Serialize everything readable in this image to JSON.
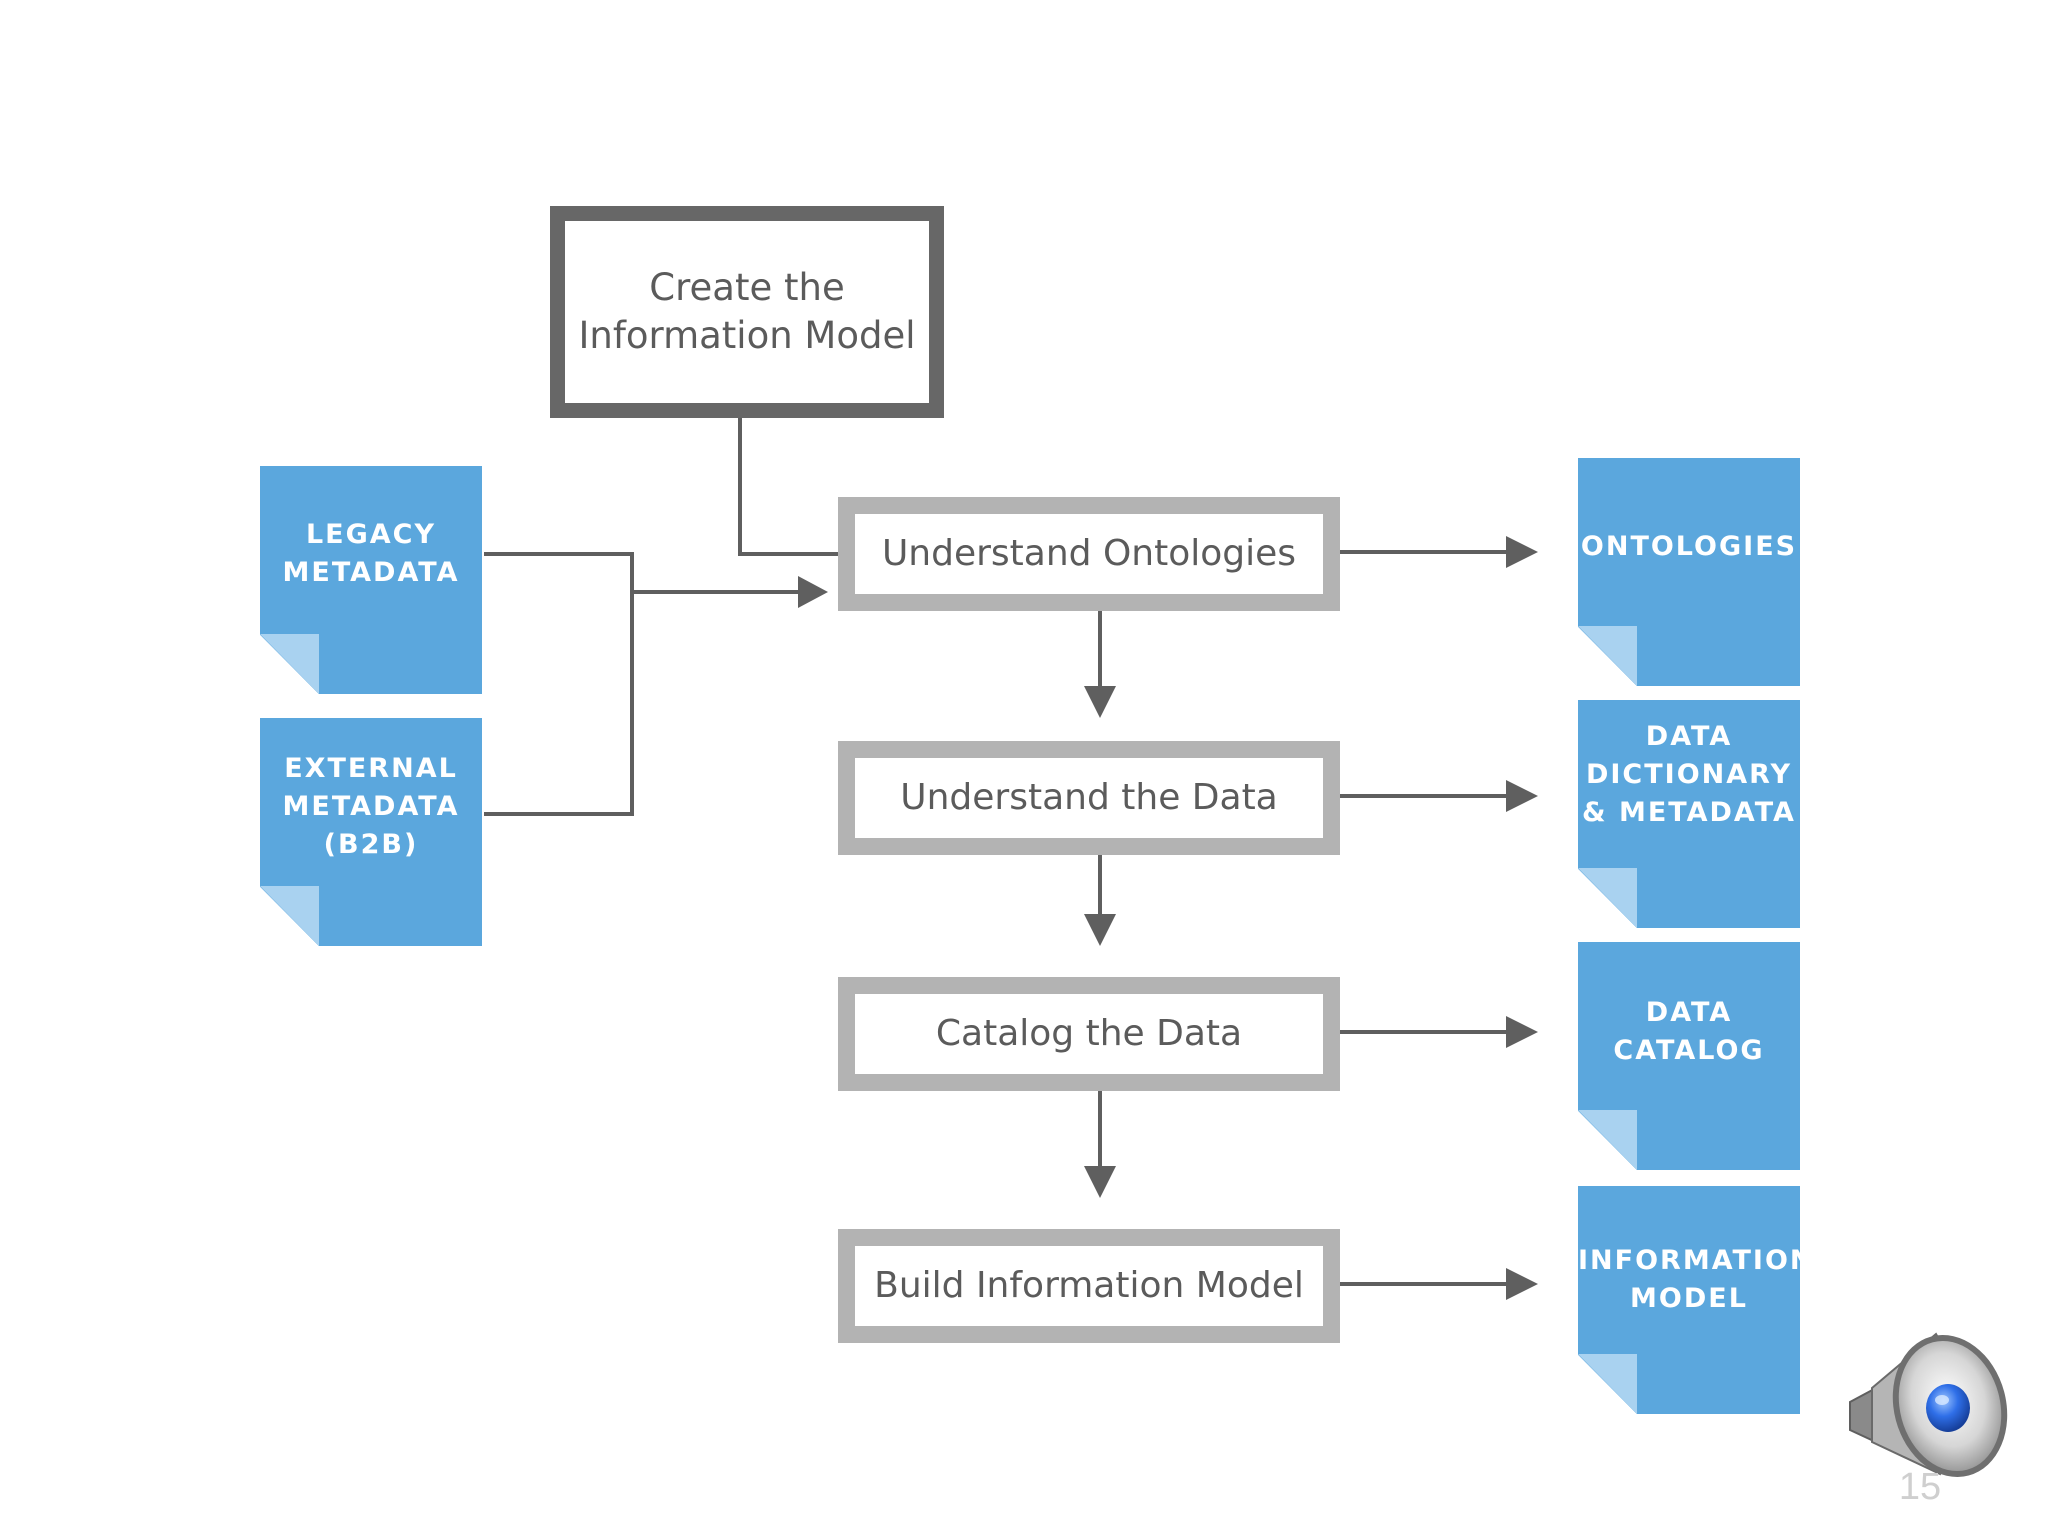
{
  "diagram": {
    "start_box": {
      "label": "Create the\nInformation Model"
    },
    "process_steps": [
      {
        "label": "Understand Ontologies"
      },
      {
        "label": "Understand the Data"
      },
      {
        "label": "Catalog the Data"
      },
      {
        "label": "Build Information Model"
      }
    ],
    "input_documents": [
      {
        "label": "LEGACY\nMETADATA"
      },
      {
        "label": "EXTERNAL\nMETADATA\n(B2B)"
      }
    ],
    "output_documents": [
      {
        "label": "ONTOLOGIES"
      },
      {
        "label": "DATA\nDICTIONARY\n& METADATA"
      },
      {
        "label": "DATA\nCATALOG"
      },
      {
        "label": "INFORMATION\nMODEL"
      }
    ]
  },
  "slide": {
    "page_number": "15",
    "speaker_icon": "speaker-icon"
  },
  "colors": {
    "document_blue": "#5ba7dd",
    "document_fold": "#a9d2f0",
    "process_border": "#b3b3b3",
    "start_border": "#676767",
    "connector": "#5f5f5f",
    "text": "#5b5b5b"
  }
}
